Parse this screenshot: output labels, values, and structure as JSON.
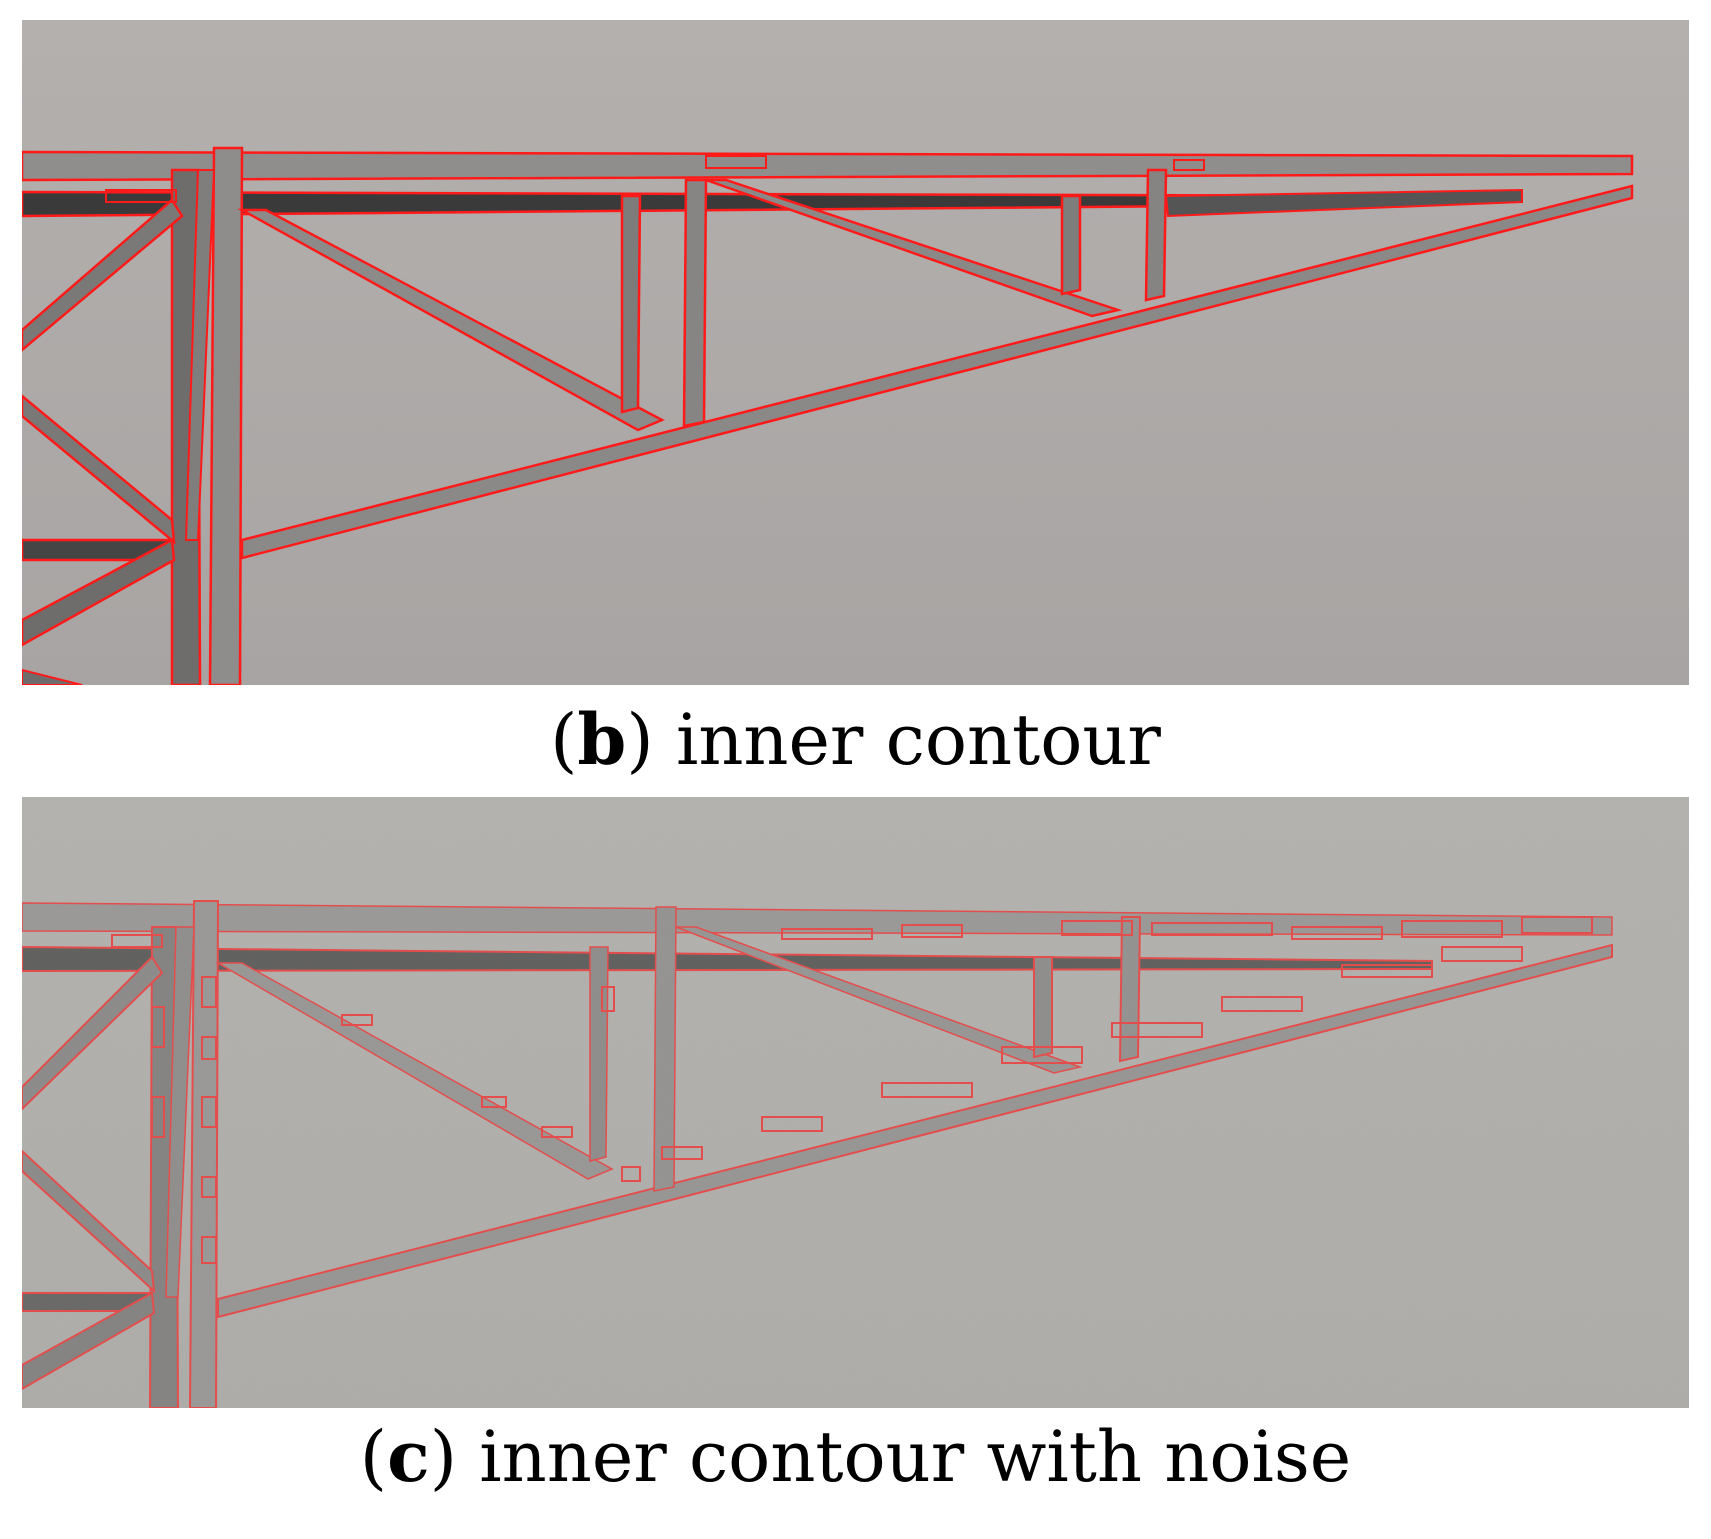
{
  "figure": {
    "panels": [
      {
        "id": "b",
        "letter": "b",
        "caption": "inner contour",
        "background": "#aeaaa9",
        "contour_color": "#ff1a1a",
        "noise": false
      },
      {
        "id": "c",
        "letter": "c",
        "caption": "inner contour with noise",
        "background": "#b2b0ac",
        "contour_color": "#ff1a1a",
        "noise": true
      }
    ]
  }
}
